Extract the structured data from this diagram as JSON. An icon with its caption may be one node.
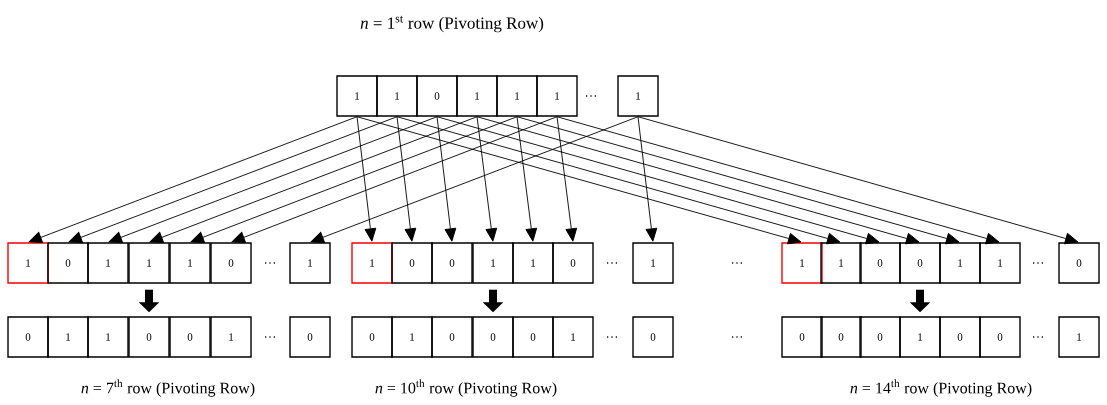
{
  "diagram": {
    "title": "*n* = 1$^{st}$ row (Pivoting Row)",
    "nodes": [
      {
        "text": [
          "1"
        ]
      },
      {
        "text": [
          "1"
        ]
      },
      {
        "text": [
          "0"
        ]
      },
      {
        "text": [
          "1"
        ]
      },
      {
        "text": [
          "1"
        ]
      },
      {
        "text": [
          "1"
        ]
      },
      {
        "text": [
          "1"
        ]
      },
      {
        "text": [
          "1"
        ]
      },
      {
        "text": [
          "0"
        ]
      },
      {
        "text": [
          "1"
        ]
      },
      {
        "text": [
          "1"
        ]
      },
      {
        "text": [
          "1"
        ]
      },
      {
        "text": [
          "0"
        ]
      },
      {
        "text": [
          "1"
        ]
      },
      {
        "text": [
          "1"
        ]
      },
      {
        "text": [
          "0"
        ]
      },
      {
        "text": [
          "0"
        ]
      },
      {
        "text": [
          "1"
        ]
      },
      {
        "text": [
          "1"
        ]
      },
      {
        "text": [
          "0"
        ]
      },
      {
        "text": [
          "1"
        ]
      },
      {
        "text": [
          "1"
        ]
      },
      {
        "text": [
          "1"
        ]
      },
      {
        "text": [
          "0"
        ]
      },
      {
        "text": [
          "0"
        ]
      },
      {
        "text": [
          "1"
        ]
      },
      {
        "text": [
          "1"
        ]
      },
      {
        "text": [
          "0"
        ]
      },
      {
        "text": [
          "0"
        ]
      },
      {
        "text": [
          "1"
        ]
      },
      {
        "text": [
          "1"
        ]
      },
      {
        "text": [
          "0"
        ]
      },
      {
        "text": [
          "0"
        ]
      },
      {
        "text": [
          "1"
        ]
      },
      {
        "text": [
          "0"
        ]
      },
      {
        "text": [
          "0"
        ]
      },
      {
        "text": [
          "1"
        ]
      },
      {
        "text": [
          "0"
        ]
      },
      {
        "text": [
          "0"
        ]
      },
      {
        "text": [
          "0"
        ]
      },
      {
        "text": [
          "1"
        ]
      },
      {
        "text": [
          "0"
        ]
      },
      {
        "text": [
          "0"
        ]
      },
      {
        "text": [
          "0"
        ]
      },
      {
        "text": [
          "0"
        ]
      },
      {
        "text": [
          "1"
        ]
      },
      {
        "text": [
          "0"
        ]
      },
      {
        "text": [
          "0"
        ]
      },
      {
        "text": [
          "1"
        ]
      }
    ],
    "edges": [
      {
        "from": 0,
        "to": 7,
        "arrow": "to"
      },
      {
        "from": 1,
        "to": 8,
        "arrow": "to"
      },
      {
        "from": 2,
        "to": 9,
        "arrow": "to"
      },
      {
        "from": 3,
        "to": 10,
        "arrow": "to"
      },
      {
        "from": 4,
        "to": 11,
        "arrow": "to"
      },
      {
        "from": 5,
        "to": 12,
        "arrow": "to"
      },
      {
        "from": 6,
        "to": 13,
        "arrow": "to"
      },
      {
        "from": 0,
        "to": 14,
        "arrow": "to"
      },
      {
        "from": 1,
        "to": 15,
        "arrow": "to"
      },
      {
        "from": 2,
        "to": 16,
        "arrow": "to"
      },
      {
        "from": 3,
        "to": 17,
        "arrow": "to"
      },
      {
        "from": 4,
        "to": 18,
        "arrow": "to"
      },
      {
        "from": 5,
        "to": 19,
        "arrow": "to"
      },
      {
        "from": 6,
        "to": 20,
        "arrow": "to"
      },
      {
        "from": 0,
        "to": 21,
        "arrow": "to"
      },
      {
        "from": 1,
        "to": 22,
        "arrow": "to"
      },
      {
        "from": 2,
        "to": 23,
        "arrow": "to"
      },
      {
        "from": 3,
        "to": 24,
        "arrow": "to"
      },
      {
        "from": 4,
        "to": 25,
        "arrow": "to"
      },
      {
        "from": 5,
        "to": 26,
        "arrow": "to"
      },
      {
        "from": 6,
        "to": 27,
        "arrow": "to"
      },
      {
        "from": 10,
        "to": 31,
        "arrow": "to",
        "style": "thick"
      },
      {
        "from": 17,
        "to": 38,
        "arrow": "to",
        "style": "thick"
      },
      {
        "from": 24,
        "to": 45,
        "arrow": "to",
        "style": "thick"
      }
    ],
    "labels": [
      "…",
      "…",
      "…",
      "…",
      "…",
      "…",
      "…",
      "…",
      "…",
      "*n* = 7$^{th}$ row (Pivoting Row)",
      "*n* = 10$^{th}$ row (Pivoting Row)",
      "*n* = 14$^{th}$ row (Pivoting Row)"
    ]
  }
}
